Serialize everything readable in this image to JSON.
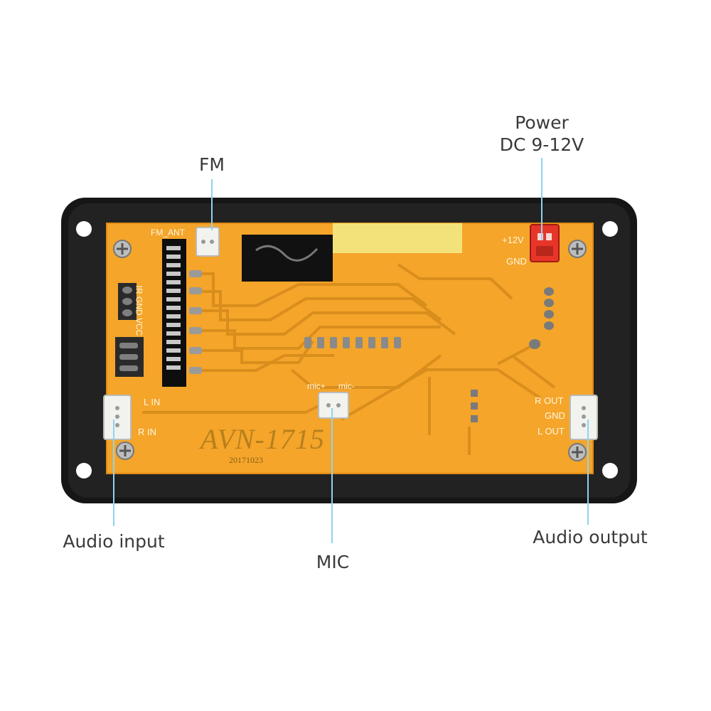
{
  "callouts": {
    "fm": "FM",
    "power_line1": "Power",
    "power_line2": "DC 9-12V",
    "audio_input": "Audio input",
    "mic": "MIC",
    "audio_output": "Audio output"
  },
  "board": {
    "model": "AVN-1715",
    "date_code": "20171023",
    "fm_ant": "FM_ANT",
    "plus_12v": "+12V",
    "gnd": "GND",
    "ir_header": "IR GND VCC",
    "l_in": "L IN",
    "r_in": "R IN",
    "mic_plus": "mic+",
    "mic_minus": "mic-",
    "r_out": "R OUT",
    "gnd_out": "GND",
    "l_out": "L OUT"
  },
  "colors": {
    "pcb": "#f4a52a",
    "frame": "#1a1a1a",
    "leader": "#8fd3f0",
    "power_connector": "#e8352a"
  }
}
